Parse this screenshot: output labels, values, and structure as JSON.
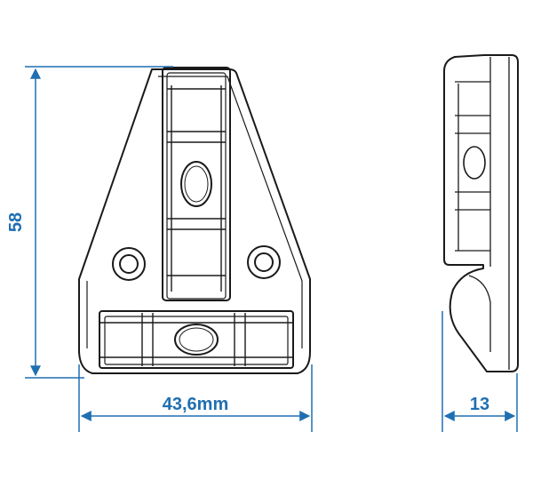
{
  "dimensions": {
    "height_label": "58",
    "width_label": "43,6mm",
    "depth_label": "13"
  },
  "colors": {
    "dimension": "#1f6fb2",
    "outline": "#1a1a1a",
    "background": "#ffffff"
  }
}
